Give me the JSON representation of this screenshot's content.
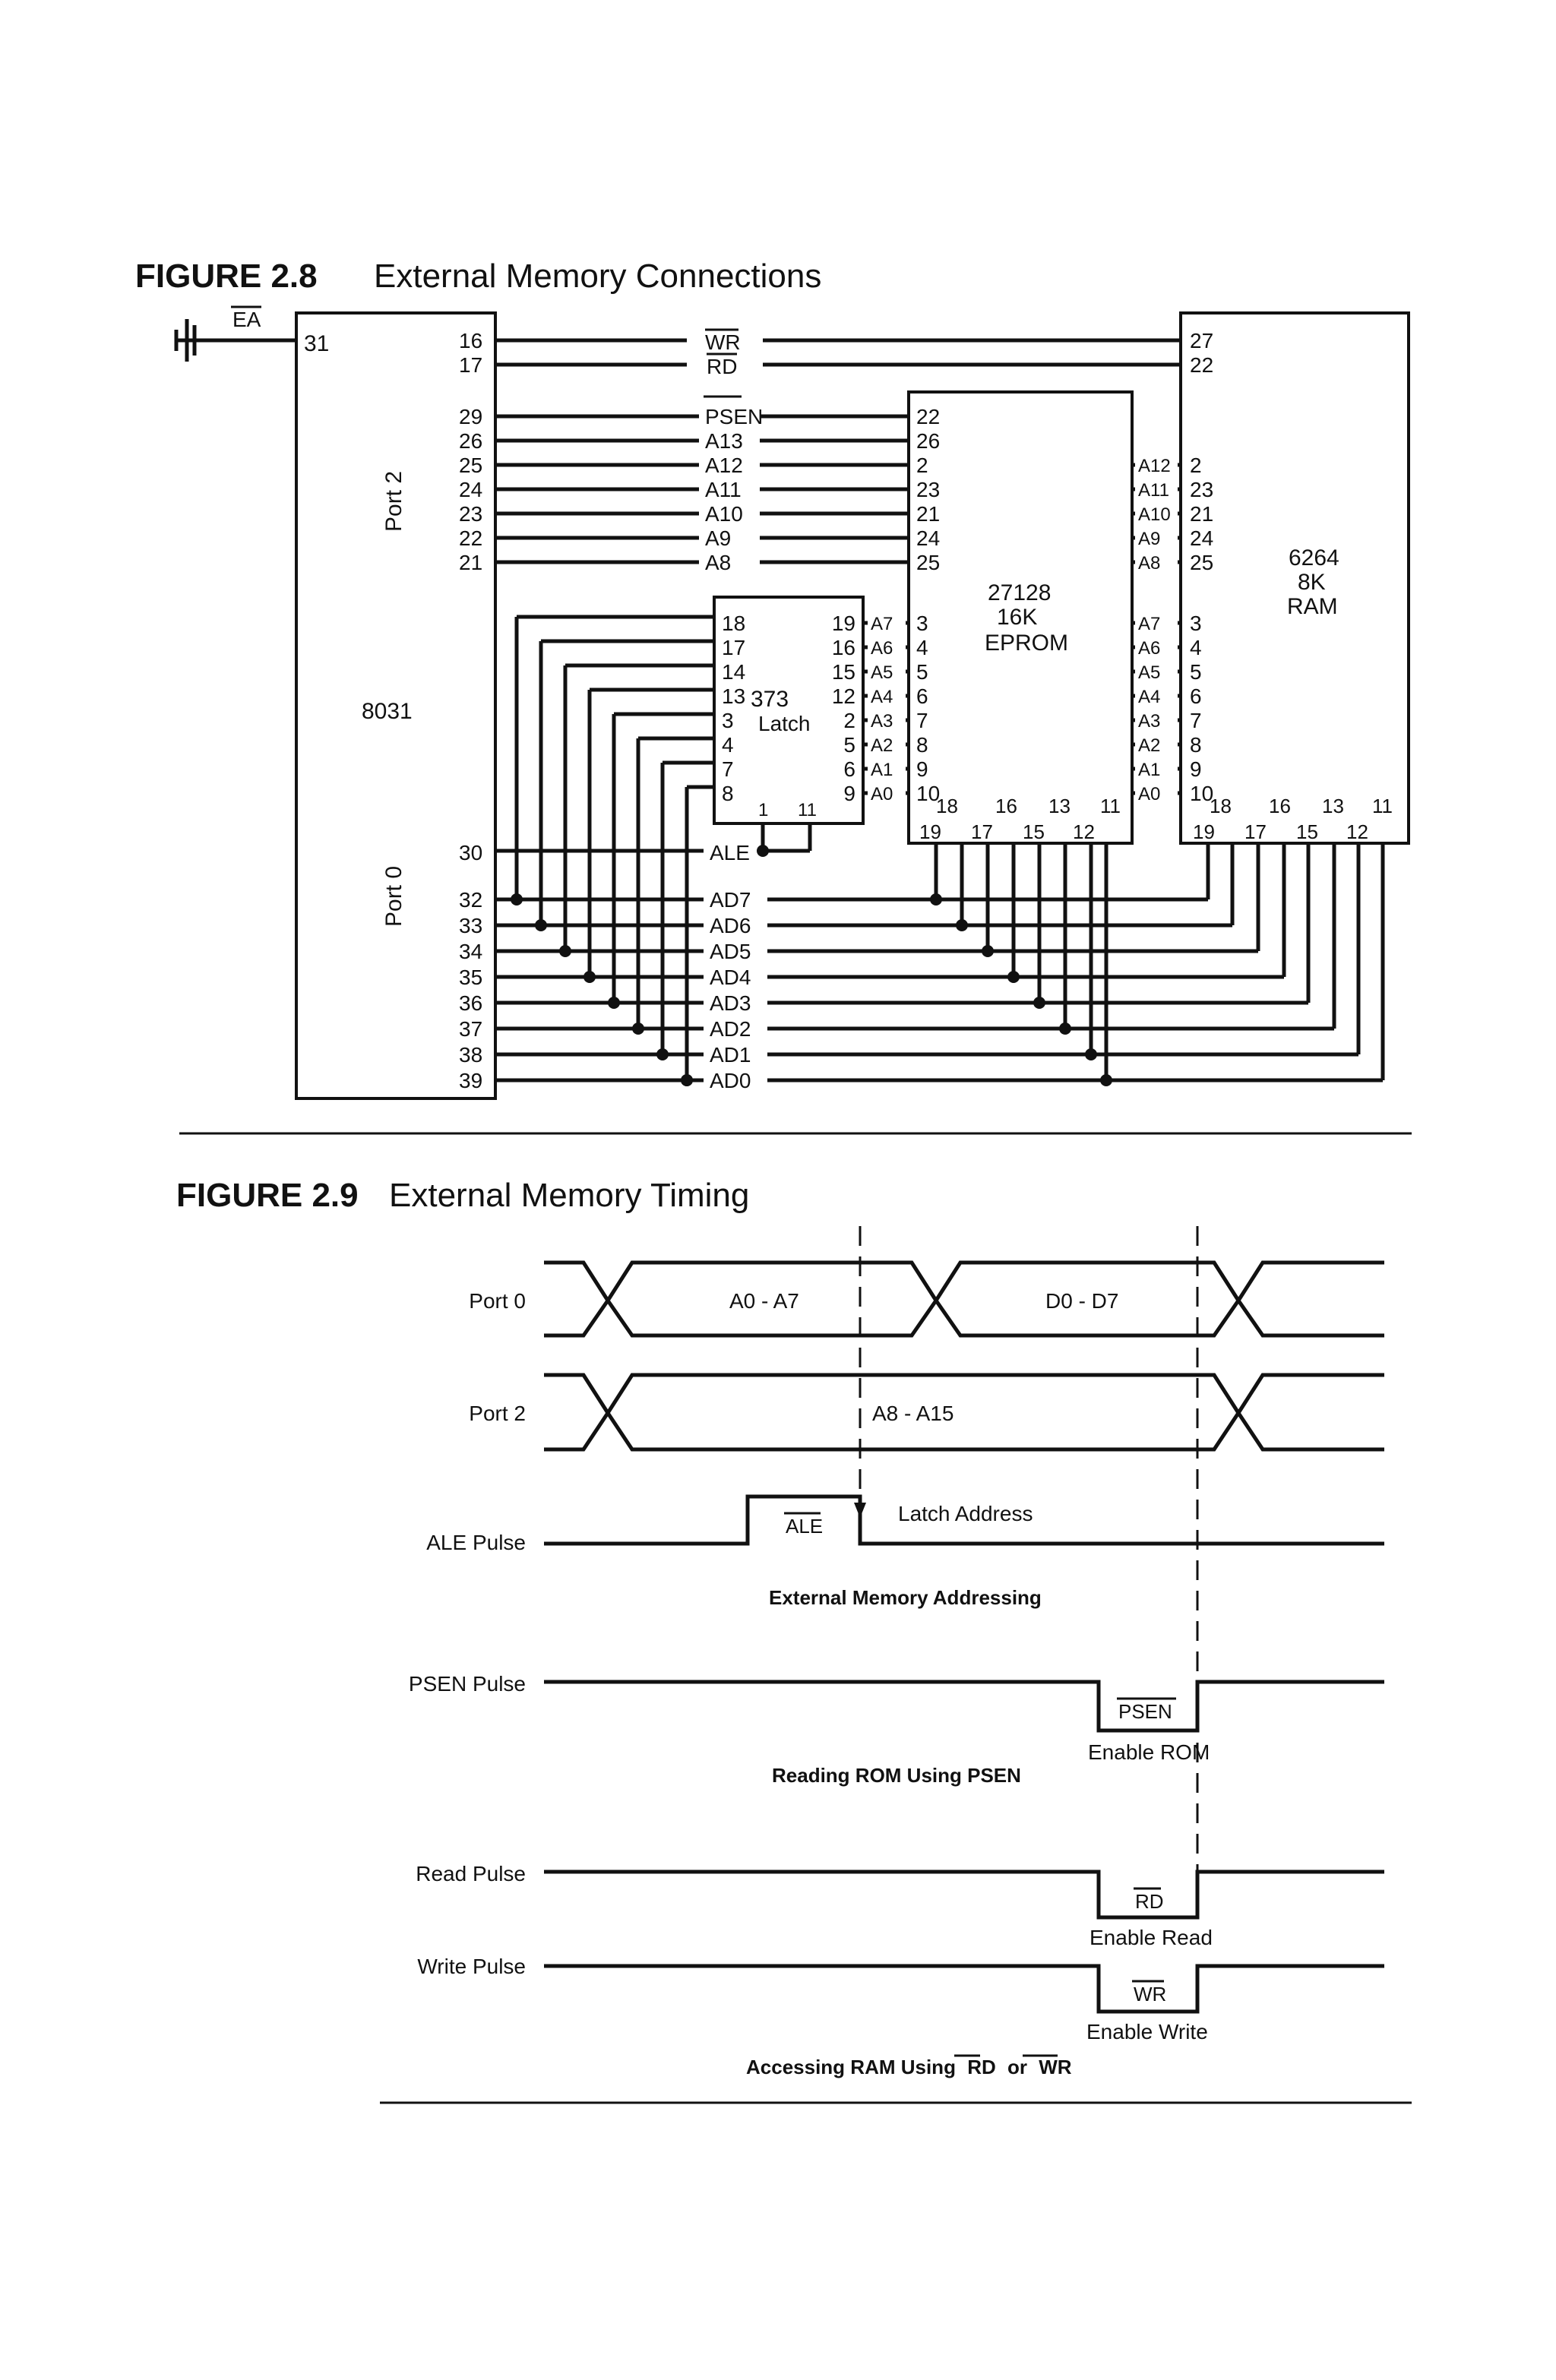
{
  "fig28": {
    "label": "FIGURE 2.8",
    "title": "External Memory Connections",
    "ea": "EA",
    "mcu": {
      "name": "8031",
      "port2": "Port 2",
      "port0": "Port 0",
      "pin_ea": "31",
      "pin_wr": "16",
      "pin_rd": "17",
      "pins_p2": [
        "29",
        "26",
        "25",
        "24",
        "23",
        "22",
        "21"
      ],
      "pin_ale": "30",
      "pins_p0": [
        "32",
        "33",
        "34",
        "35",
        "36",
        "37",
        "38",
        "39"
      ]
    },
    "signals_top": [
      "WR",
      "RD"
    ],
    "signals_p2": [
      "PSEN",
      "A13",
      "A12",
      "A11",
      "A10",
      "A9",
      "A8"
    ],
    "signal_ale": "ALE",
    "signals_p0": [
      "AD7",
      "AD6",
      "AD5",
      "AD4",
      "AD3",
      "AD2",
      "AD1",
      "AD0"
    ],
    "latch": {
      "name": "373",
      "sub": "Latch",
      "in_pins": [
        "18",
        "17",
        "14",
        "13",
        "3",
        "4",
        "7",
        "8"
      ],
      "out_pins": [
        "19",
        "16",
        "15",
        "12",
        "2",
        "5",
        "6",
        "9"
      ],
      "bottom_pins": [
        "1",
        "11"
      ]
    },
    "addr_low": [
      "A7",
      "A6",
      "A5",
      "A4",
      "A3",
      "A2",
      "A1",
      "A0"
    ],
    "eprom": {
      "name": "27128",
      "size": "16K",
      "type": "EPROM",
      "top_pins": [
        "22",
        "26",
        "2",
        "23",
        "21",
        "24",
        "25"
      ],
      "low_pins": [
        "3",
        "4",
        "5",
        "6",
        "7",
        "8",
        "9",
        "10"
      ],
      "bottom_row1": [
        "18",
        "16",
        "13",
        "11"
      ],
      "bottom_row2": [
        "19",
        "17",
        "15",
        "12"
      ]
    },
    "ram_addr_high": [
      "A12",
      "A11",
      "A10",
      "A9",
      "A8"
    ],
    "ram": {
      "name": "6264",
      "size": "8K",
      "type": "RAM",
      "pin_wr": "27",
      "pin_rd": "22",
      "top_pins": [
        "2",
        "23",
        "21",
        "24",
        "25"
      ],
      "low_pins": [
        "3",
        "4",
        "5",
        "6",
        "7",
        "8",
        "9",
        "10"
      ],
      "bottom_row1": [
        "18",
        "16",
        "13",
        "11"
      ],
      "bottom_row2": [
        "19",
        "17",
        "15",
        "12"
      ]
    }
  },
  "fig29": {
    "label": "FIGURE 2.9",
    "title": "External Memory Timing",
    "rows": {
      "port0": "Port 0",
      "port2": "Port 2",
      "ale": "ALE Pulse",
      "psen": "PSEN Pulse",
      "read": "Read Pulse",
      "write": "Write Pulse"
    },
    "bus": {
      "a0a7": "A0 - A7",
      "d0d7": "D0 - D7",
      "a8a15": "A8 - A15"
    },
    "ale_label": "ALE",
    "latch_address": "Latch Address",
    "section_addressing": "External Memory Addressing",
    "psen_label": "PSEN",
    "enable_rom": "Enable ROM",
    "section_rom": "Reading ROM Using PSEN",
    "rd_label": "RD",
    "enable_read": "Enable Read",
    "wr_label": "WR",
    "enable_write": "Enable Write",
    "section_ram": {
      "prefix": "Accessing RAM Using",
      "rd": "RD",
      "or": "or",
      "wr": "WR"
    }
  }
}
